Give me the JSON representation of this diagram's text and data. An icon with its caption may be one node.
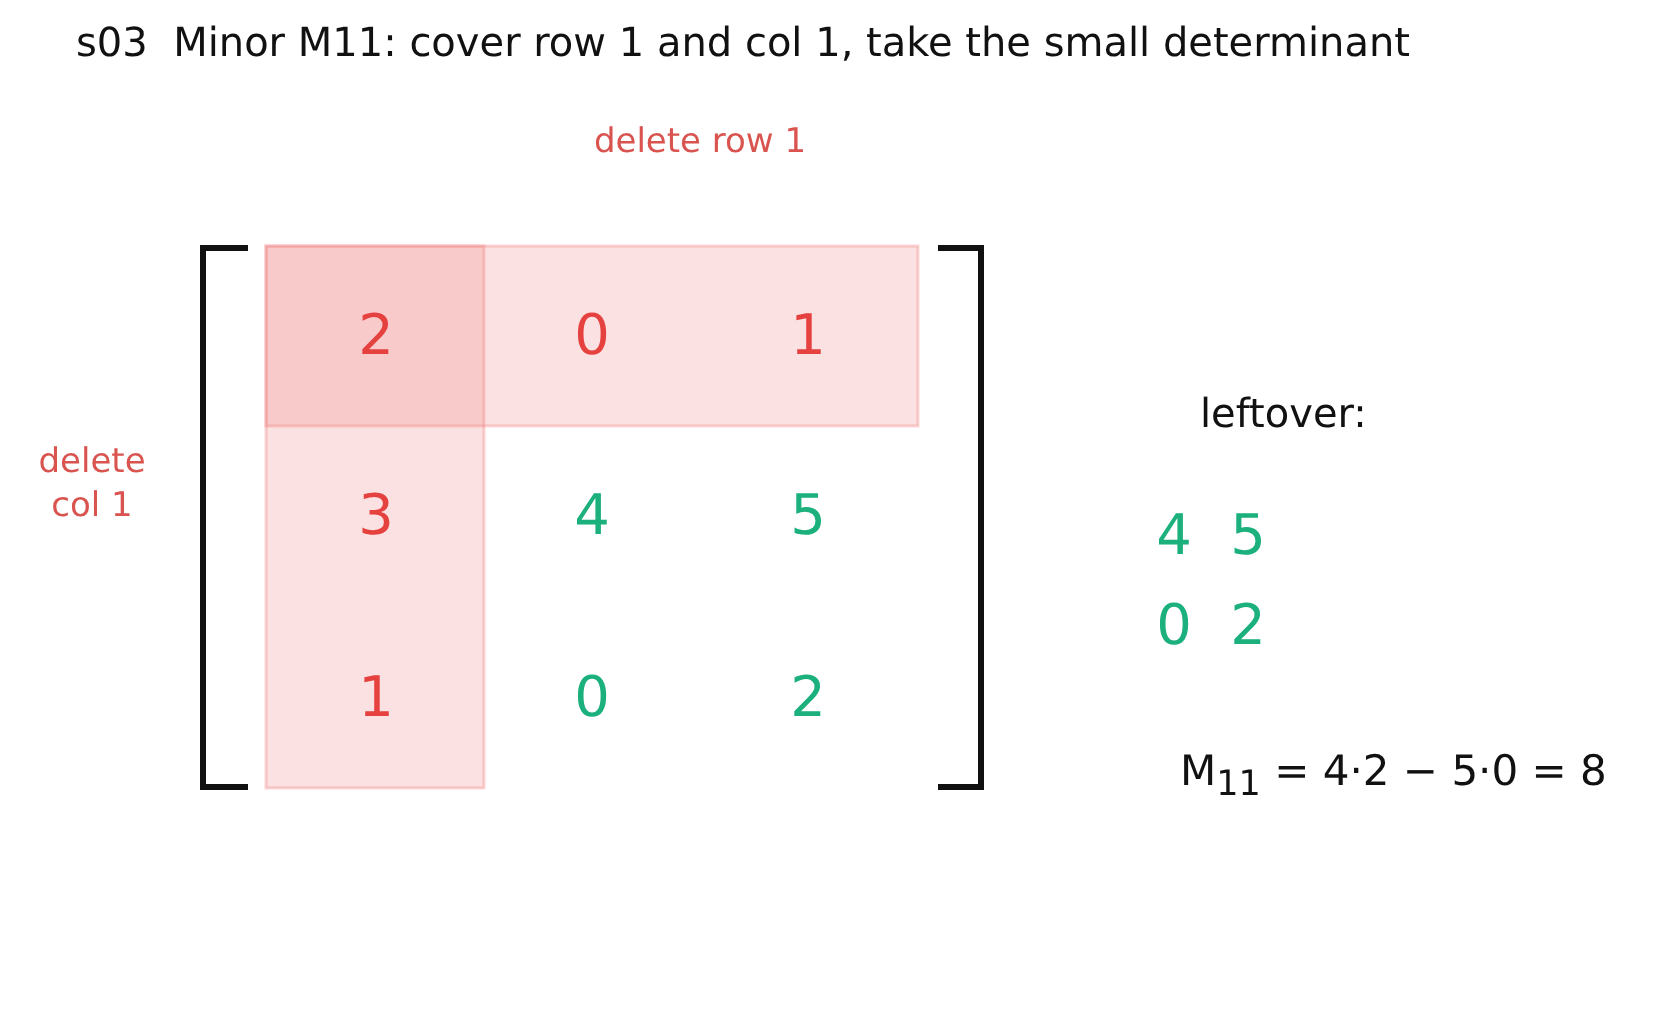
{
  "diagram": {
    "title": "s03  Minor M11: cover row 1 and col 1, take the small determinant",
    "labels": [
      "delete row 1",
      "2",
      "0",
      "1",
      "leftover:",
      "delete col 1",
      "3",
      "4",
      "5",
      "4",
      "5",
      "0",
      "2",
      "1",
      "0",
      "2",
      "M$_{11}$ = 4·2 − 5·0 = 8"
    ]
  }
}
